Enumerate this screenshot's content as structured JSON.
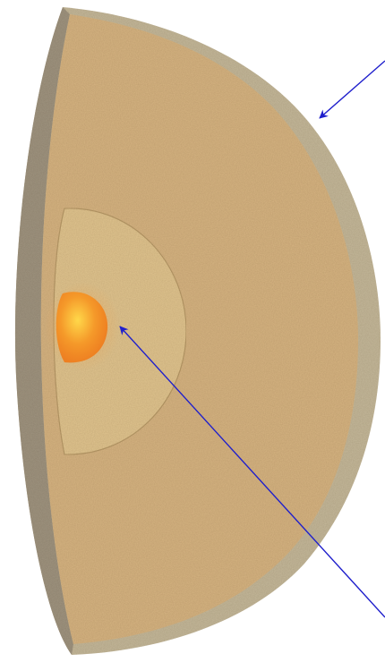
{
  "diagram": {
    "colors": {
      "background": "#ffffff",
      "outer_layer": "#c4b89a",
      "outer_edge": "#9f9480",
      "mantle": "#d6b482",
      "middle_layer": "#e0c48f",
      "middle_outline": "#b89a68",
      "core_outer": "#f07a18",
      "core_inner": "#ffd84a",
      "arrow": "#1f1fcc"
    },
    "components": [
      {
        "name": "outer-layer",
        "label": ""
      },
      {
        "name": "mantle",
        "label": ""
      },
      {
        "name": "middle-layer",
        "label": ""
      },
      {
        "name": "core",
        "label": ""
      }
    ],
    "arrows": [
      {
        "name": "arrow-to-outer-layer",
        "target": "outer-layer"
      },
      {
        "name": "arrow-to-core",
        "target": "core"
      }
    ]
  }
}
